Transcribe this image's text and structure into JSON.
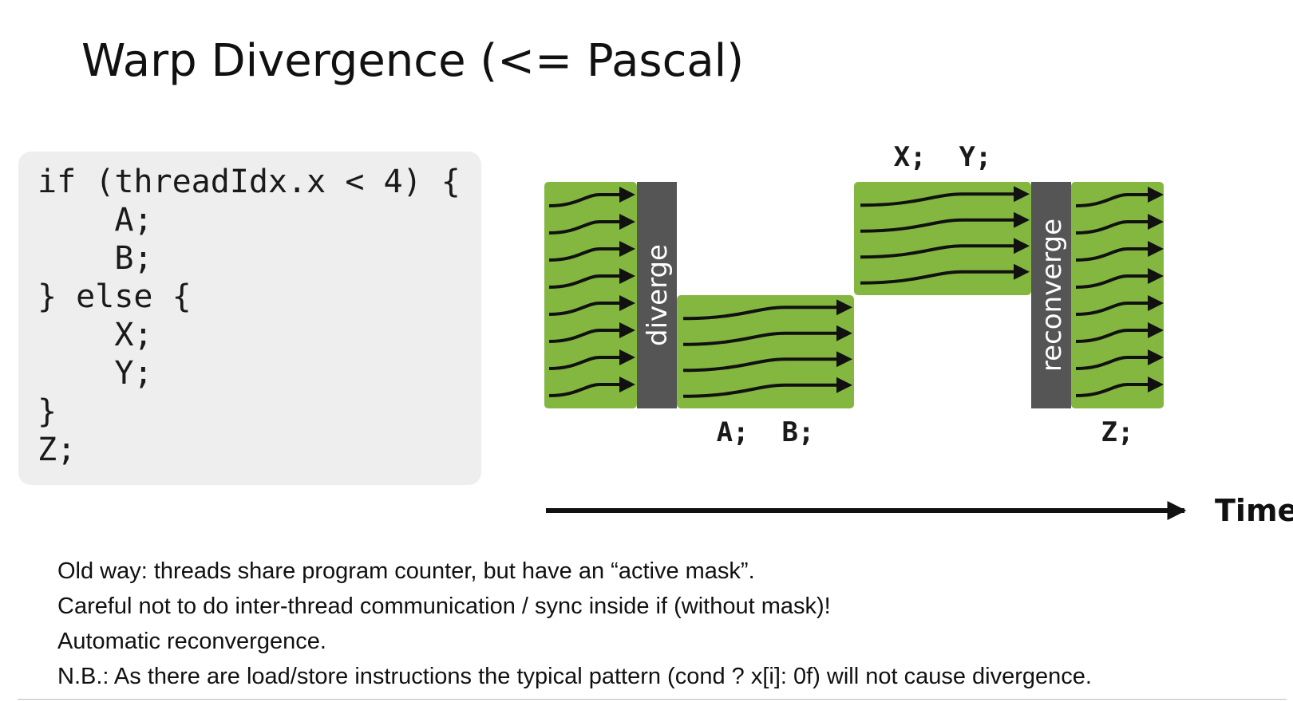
{
  "title": "Warp Divergence (<= Pascal)",
  "code_lines": [
    "if (threadIdx.x < 4) {",
    "    A;",
    "    B;",
    "} else {",
    "    X;",
    "    Y;",
    "}",
    "Z;"
  ],
  "diagram": {
    "label_xy": "X;  Y;",
    "label_ab": "A;  B;",
    "label_z": "Z;",
    "bar_diverge": "diverge",
    "bar_reconverge": "reconverge",
    "time_label": "Time",
    "threads_full": 8,
    "threads_branch_ab": 4,
    "threads_branch_xy": 4,
    "colors": {
      "thread_block": "#84b740",
      "bar": "#555555",
      "arrow": "#111111"
    }
  },
  "notes": [
    "Old way: threads share program counter, but have an “active mask”.",
    "Careful not to do inter-thread communication / sync inside if (without mask)!",
    "Automatic reconvergence.",
    "N.B.: As there are load/store instructions the typical pattern (cond ? x[i]: 0f) will not cause divergence."
  ]
}
